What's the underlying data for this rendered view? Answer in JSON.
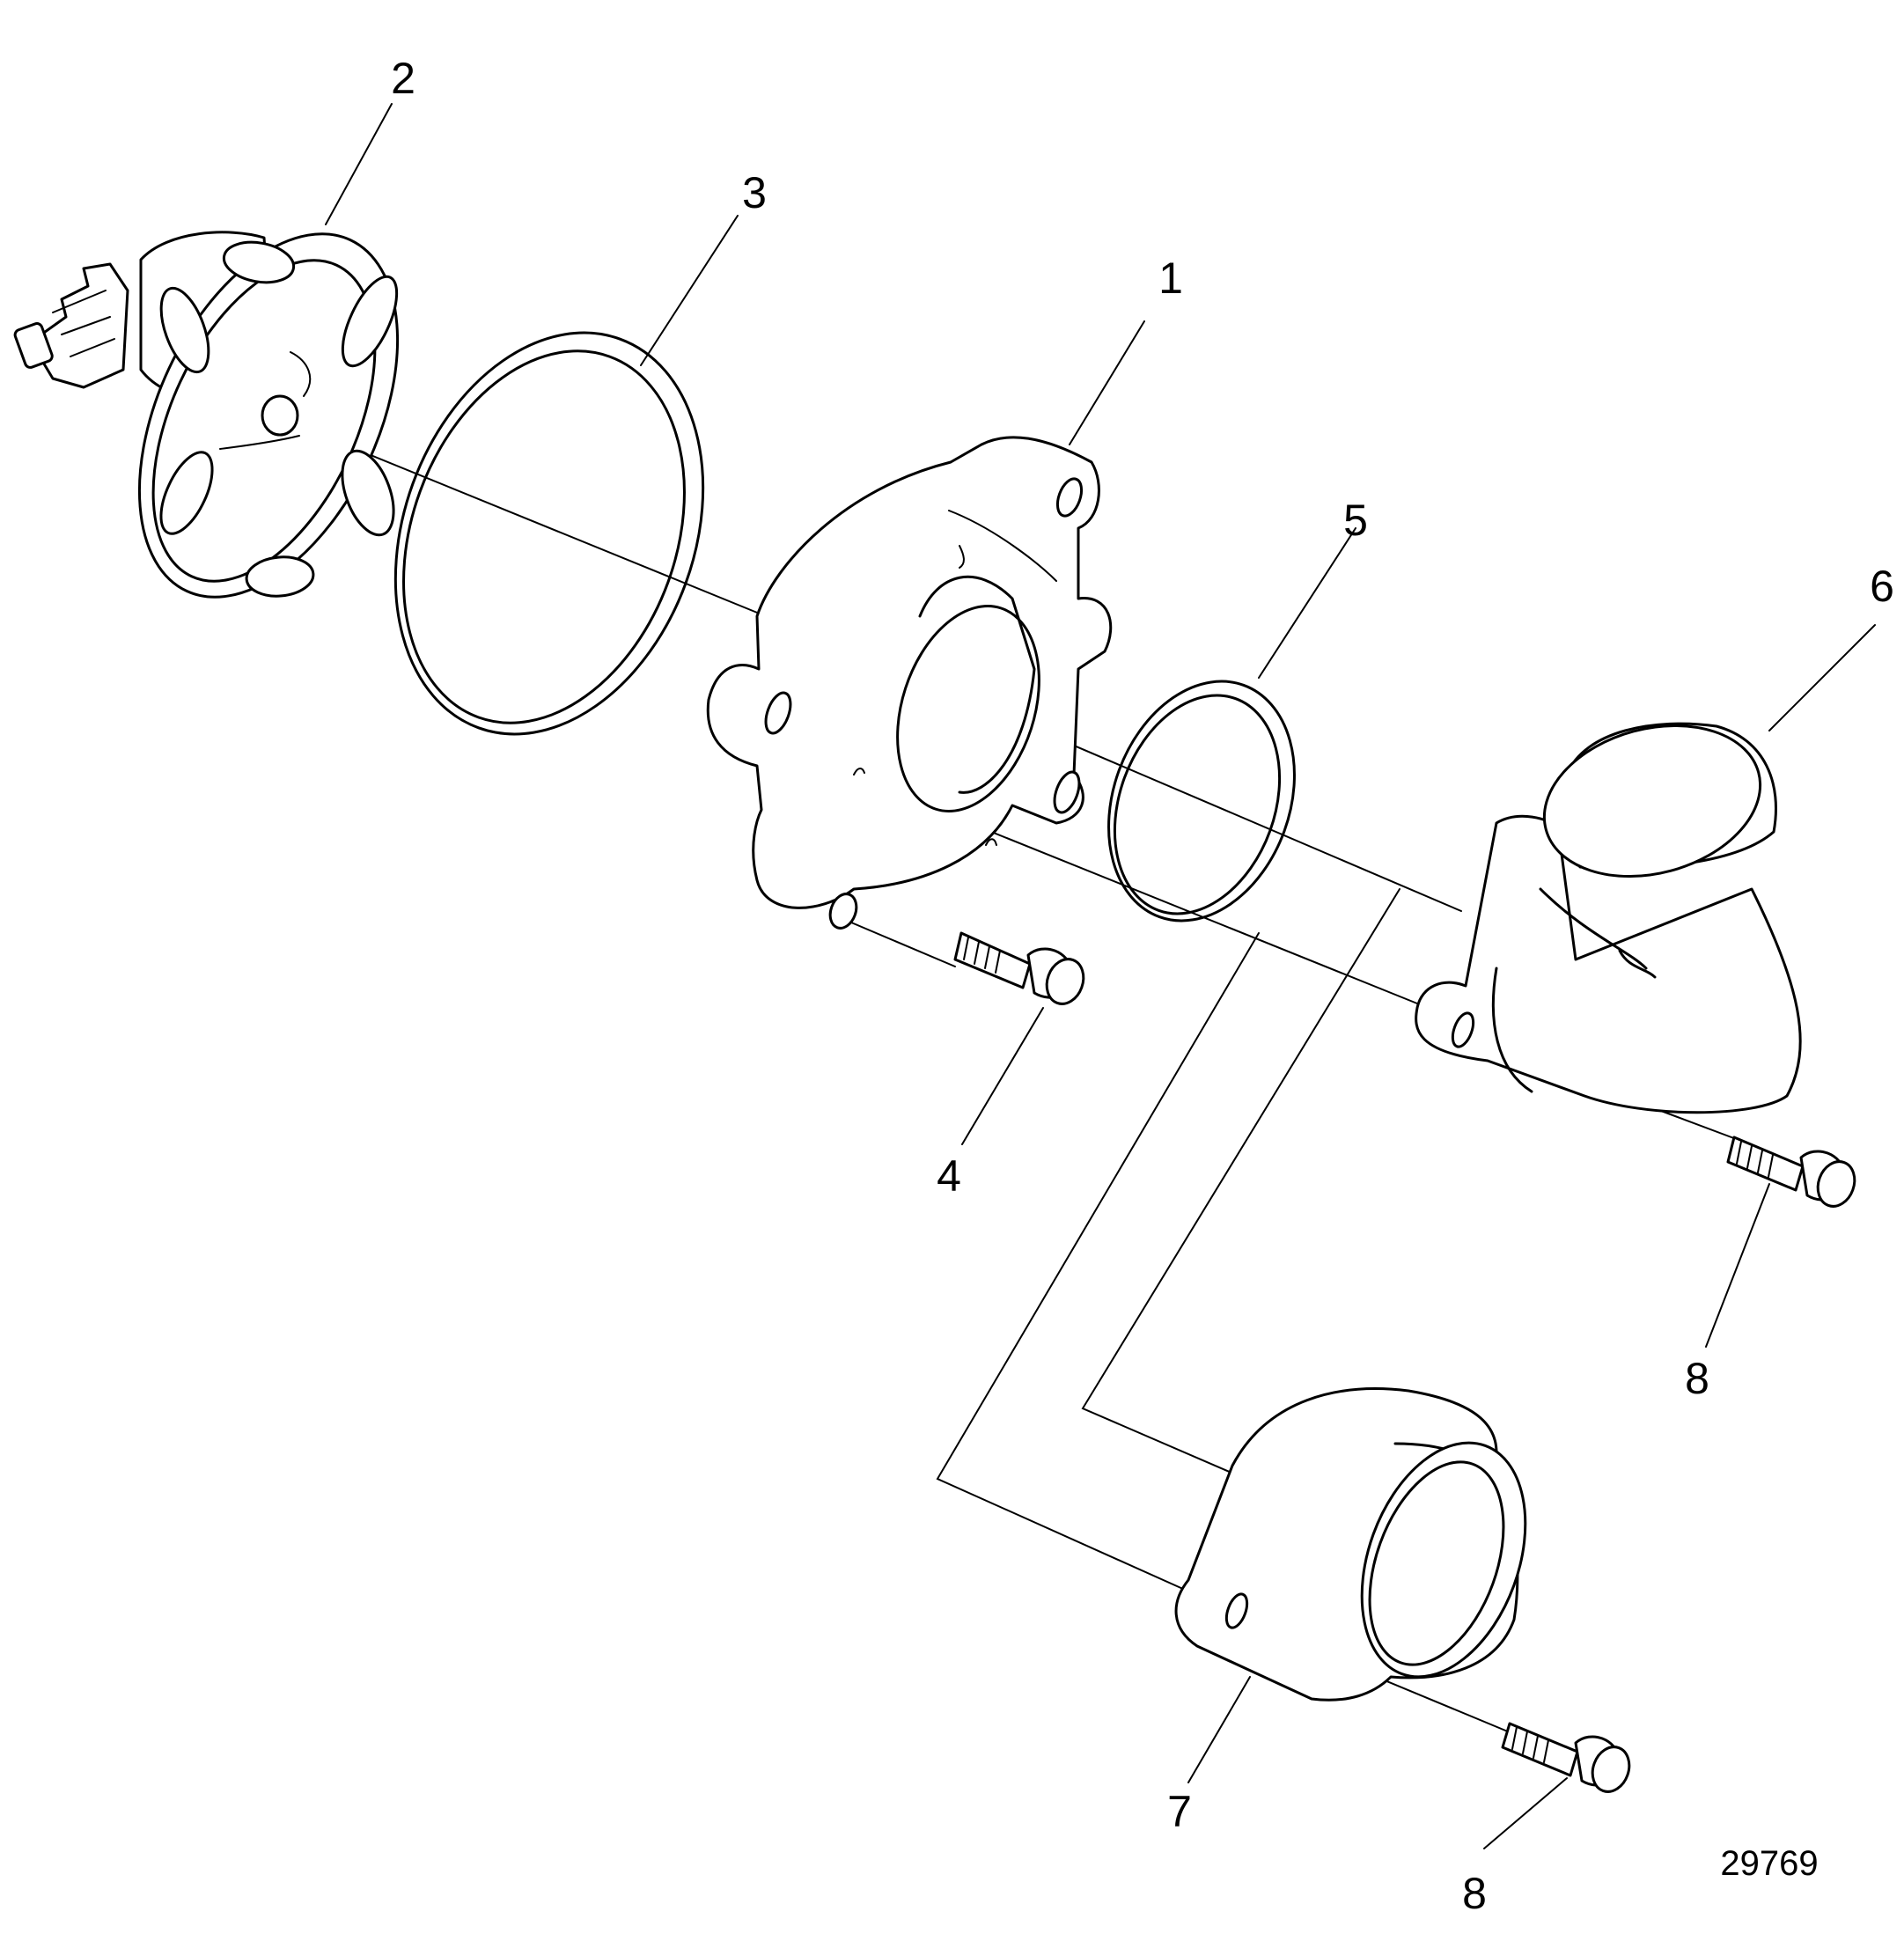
{
  "callouts": {
    "c1": "1",
    "c2": "2",
    "c3": "3",
    "c4": "4",
    "c5": "5",
    "c6": "6",
    "c7": "7",
    "c8a": "8",
    "c8b": "8"
  },
  "figure_number": "29769",
  "colors": {
    "line": "#000000",
    "background": "#ffffff"
  }
}
